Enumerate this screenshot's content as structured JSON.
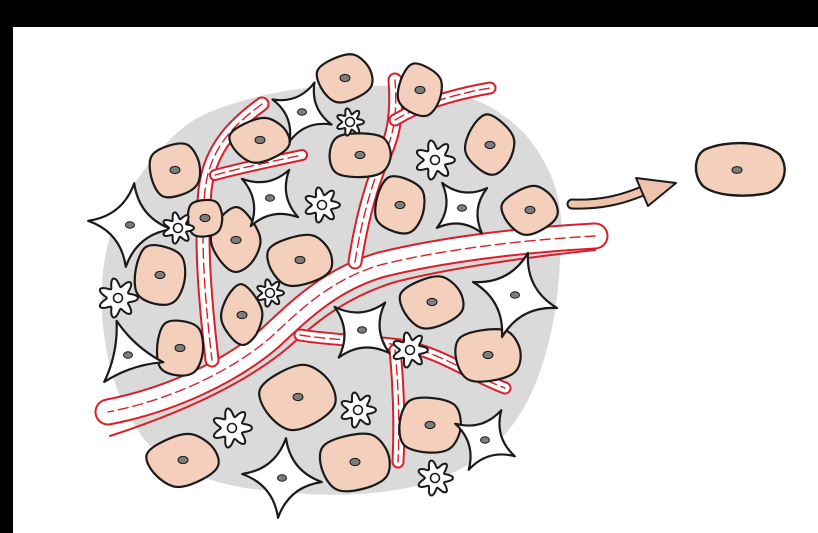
{
  "title": "",
  "colors": {
    "frame": "#000000",
    "background": "#ffffff",
    "tissue": "#dadada",
    "vessel": "#d81f2a",
    "cell_fill": "#f4d0bc",
    "nucleus": "#7d7d7d",
    "outline": "#1a1a1a",
    "arrow": "#efc2ab"
  },
  "icons": {
    "tumor_cell": "round-cell-with-nucleus",
    "stellate_cell": "star-shaped-cell",
    "immune_cell": "flower-shaped-cell",
    "migrating_cell": "escaping-cell",
    "arrow": "arrow-right"
  }
}
